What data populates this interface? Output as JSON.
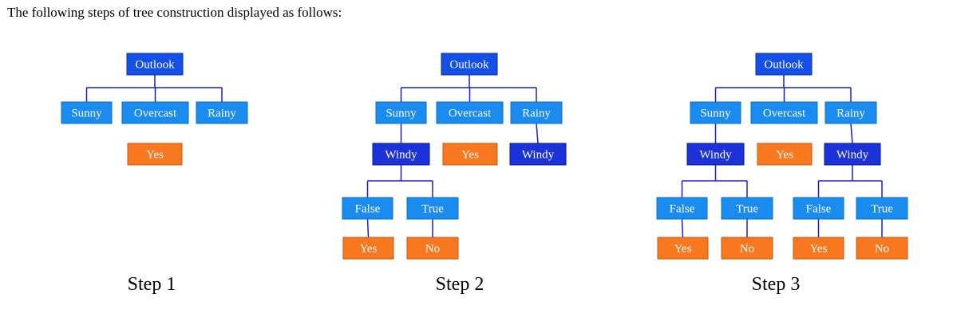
{
  "intro": "The following steps of tree construction displayed as follows:",
  "colors": {
    "root": "#1450e8",
    "branch": "#1a8cf0",
    "internal": "#1a32d8",
    "leaf": "#f87820",
    "edge": "#1a1ad6"
  },
  "trees": [
    {
      "label": "Step 1",
      "nodes": [
        {
          "id": "outlook",
          "text": "Outlook",
          "kind": "root"
        },
        {
          "id": "sunny",
          "text": "Sunny",
          "kind": "branch"
        },
        {
          "id": "overcast",
          "text": "Overcast",
          "kind": "branch"
        },
        {
          "id": "rainy",
          "text": "Rainy",
          "kind": "branch"
        },
        {
          "id": "overcast-yes",
          "text": "Yes",
          "kind": "leaf"
        }
      ],
      "edges": [
        [
          "outlook",
          "sunny"
        ],
        [
          "outlook",
          "overcast"
        ],
        [
          "outlook",
          "rainy"
        ]
      ]
    },
    {
      "label": "Step 2",
      "nodes": [
        {
          "id": "outlook",
          "text": "Outlook",
          "kind": "root"
        },
        {
          "id": "sunny",
          "text": "Sunny",
          "kind": "branch"
        },
        {
          "id": "overcast",
          "text": "Overcast",
          "kind": "branch"
        },
        {
          "id": "rainy",
          "text": "Rainy",
          "kind": "branch"
        },
        {
          "id": "sunny-windy",
          "text": "Windy",
          "kind": "internal"
        },
        {
          "id": "overcast-yes",
          "text": "Yes",
          "kind": "leaf"
        },
        {
          "id": "rainy-windy",
          "text": "Windy",
          "kind": "internal"
        },
        {
          "id": "sunny-false",
          "text": "False",
          "kind": "branch"
        },
        {
          "id": "sunny-true",
          "text": "True",
          "kind": "branch"
        },
        {
          "id": "sunny-false-yes",
          "text": "Yes",
          "kind": "leaf"
        },
        {
          "id": "sunny-true-no",
          "text": "No",
          "kind": "leaf"
        }
      ],
      "edges": [
        [
          "outlook",
          "sunny"
        ],
        [
          "outlook",
          "overcast"
        ],
        [
          "outlook",
          "rainy"
        ],
        [
          "sunny",
          "sunny-windy"
        ],
        [
          "rainy",
          "rainy-windy"
        ],
        [
          "sunny-windy",
          "sunny-false"
        ],
        [
          "sunny-windy",
          "sunny-true"
        ],
        [
          "sunny-false",
          "sunny-false-yes"
        ],
        [
          "sunny-true",
          "sunny-true-no"
        ]
      ]
    },
    {
      "label": "Step 3",
      "nodes": [
        {
          "id": "outlook",
          "text": "Outlook",
          "kind": "root"
        },
        {
          "id": "sunny",
          "text": "Sunny",
          "kind": "branch"
        },
        {
          "id": "overcast",
          "text": "Overcast",
          "kind": "branch"
        },
        {
          "id": "rainy",
          "text": "Rainy",
          "kind": "branch"
        },
        {
          "id": "sunny-windy",
          "text": "Windy",
          "kind": "internal"
        },
        {
          "id": "overcast-yes",
          "text": "Yes",
          "kind": "leaf"
        },
        {
          "id": "rainy-windy",
          "text": "Windy",
          "kind": "internal"
        },
        {
          "id": "sunny-false",
          "text": "False",
          "kind": "branch"
        },
        {
          "id": "sunny-true",
          "text": "True",
          "kind": "branch"
        },
        {
          "id": "rainy-false",
          "text": "False",
          "kind": "branch"
        },
        {
          "id": "rainy-true",
          "text": "True",
          "kind": "branch"
        },
        {
          "id": "sunny-false-yes",
          "text": "Yes",
          "kind": "leaf"
        },
        {
          "id": "sunny-true-no",
          "text": "No",
          "kind": "leaf"
        },
        {
          "id": "rainy-false-yes",
          "text": "Yes",
          "kind": "leaf"
        },
        {
          "id": "rainy-true-no",
          "text": "No",
          "kind": "leaf"
        }
      ],
      "edges": [
        [
          "outlook",
          "sunny"
        ],
        [
          "outlook",
          "overcast"
        ],
        [
          "outlook",
          "rainy"
        ],
        [
          "sunny",
          "sunny-windy"
        ],
        [
          "rainy",
          "rainy-windy"
        ],
        [
          "sunny-windy",
          "sunny-false"
        ],
        [
          "sunny-windy",
          "sunny-true"
        ],
        [
          "rainy-windy",
          "rainy-false"
        ],
        [
          "rainy-windy",
          "rainy-true"
        ],
        [
          "sunny-false",
          "sunny-false-yes"
        ],
        [
          "sunny-true",
          "sunny-true-no"
        ],
        [
          "rainy-false",
          "rainy-false-yes"
        ],
        [
          "rainy-true",
          "rainy-true-no"
        ]
      ]
    }
  ]
}
